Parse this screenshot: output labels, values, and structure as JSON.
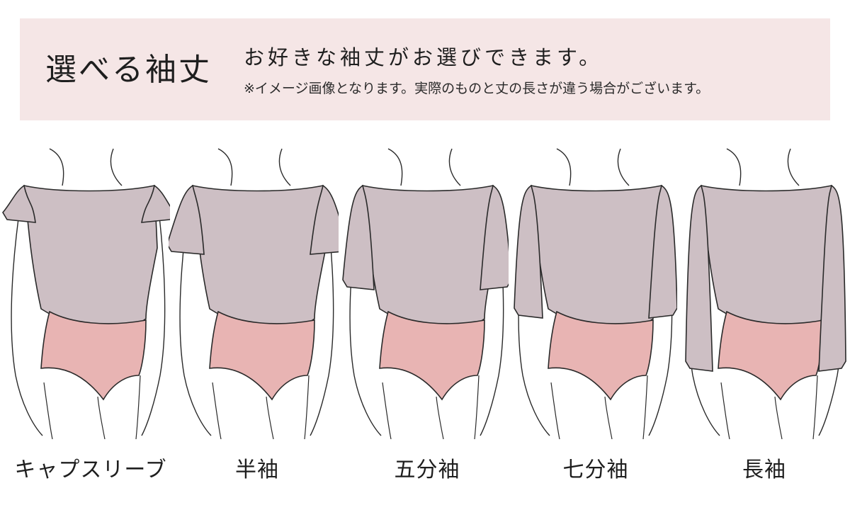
{
  "header": {
    "title": "選べる袖丈",
    "lead": "お好きな袖丈がお選びできます。",
    "note": "※イメージ画像となります。実際のものと丈の長さが違う場合がございます。"
  },
  "variants": [
    {
      "label": "キャプスリーブ",
      "sleeve": "cap"
    },
    {
      "label": "半袖",
      "sleeve": "short"
    },
    {
      "label": "五分袖",
      "sleeve": "half"
    },
    {
      "label": "七分袖",
      "sleeve": "three-quarter"
    },
    {
      "label": "長袖",
      "sleeve": "long"
    }
  ],
  "colors": {
    "header_bg": "#f5e6e6",
    "top_fabric": "#cdbfc4",
    "brief_fabric": "#e8b4b3",
    "outline": "#2a2a2a"
  }
}
